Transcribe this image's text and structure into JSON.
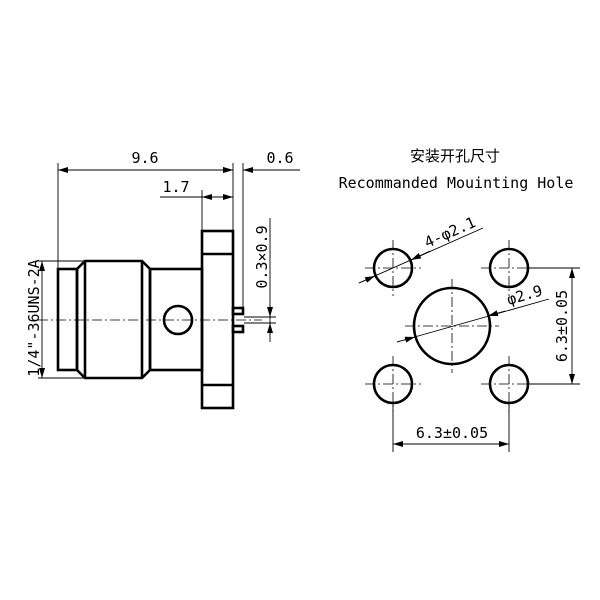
{
  "side_view": {
    "dim_length": "9.6",
    "dim_pin_offset": "0.6",
    "dim_flange": "1.7",
    "dim_pin_size": "0.3×0.9",
    "thread_spec": "1/4\"-36UNS-2A"
  },
  "mounting_hole": {
    "title_cn": "安装开孔尺寸",
    "title_en": "Recommanded Mouinting Hole",
    "small_holes": "4-φ2.1",
    "center_hole": "φ2.9",
    "dim_horizontal": "6.3±0.05",
    "dim_vertical": "6.3±0.05"
  },
  "colors": {
    "line": "#000000",
    "background": "#ffffff"
  }
}
